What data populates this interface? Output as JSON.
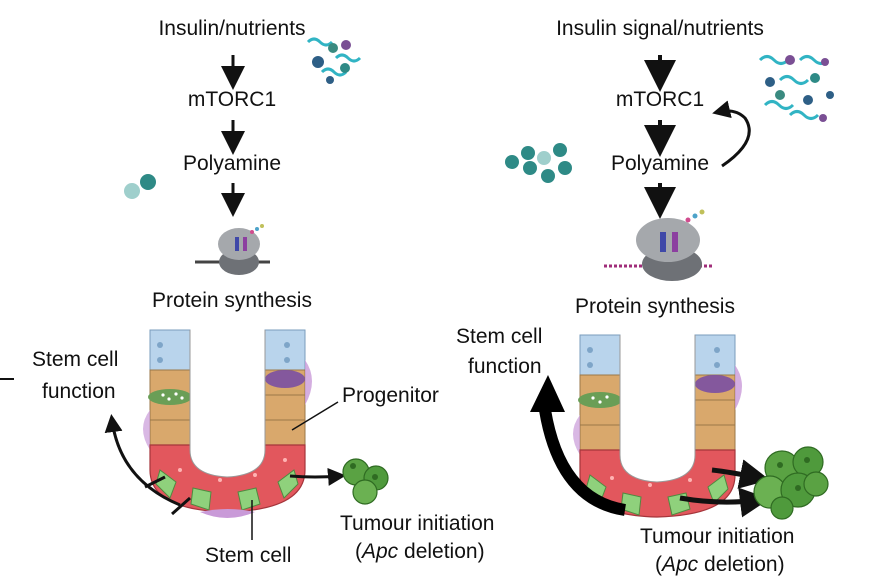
{
  "left_panel": {
    "signal": "Insulin/nutrients",
    "kinase": "mTORC1",
    "metabolite": "Polyamine",
    "output": "Protein synthesis",
    "stem_function": [
      "Stem cell",
      "function"
    ],
    "progenitor": "Progenitor",
    "stem_cell": "Stem cell",
    "tumour_line1": "Tumour initiation",
    "tumour_gene": "Apc",
    "tumour_rest": " deletion)"
  },
  "right_panel": {
    "signal": "Insulin signal/nutrients",
    "kinase": "mTORC1",
    "metabolite": "Polyamine",
    "output": "Protein synthesis",
    "stem_function": [
      "Stem cell",
      "function"
    ],
    "tumour_line1": "Tumour initiation",
    "tumour_gene": "Apc",
    "tumour_rest": " deletion)"
  },
  "colors": {
    "villus_top": "#b9d4ec",
    "crypt_mid": "#d9a86c",
    "paneth": "#e2575d",
    "stem": "#8fd17c",
    "progenitor_marker": "#7a4fa3",
    "goblet": "#6a9e56",
    "tumour": "#4f9a3c",
    "ribosome": "#8a8d92",
    "polyamine_teal": "#2e8a86"
  }
}
